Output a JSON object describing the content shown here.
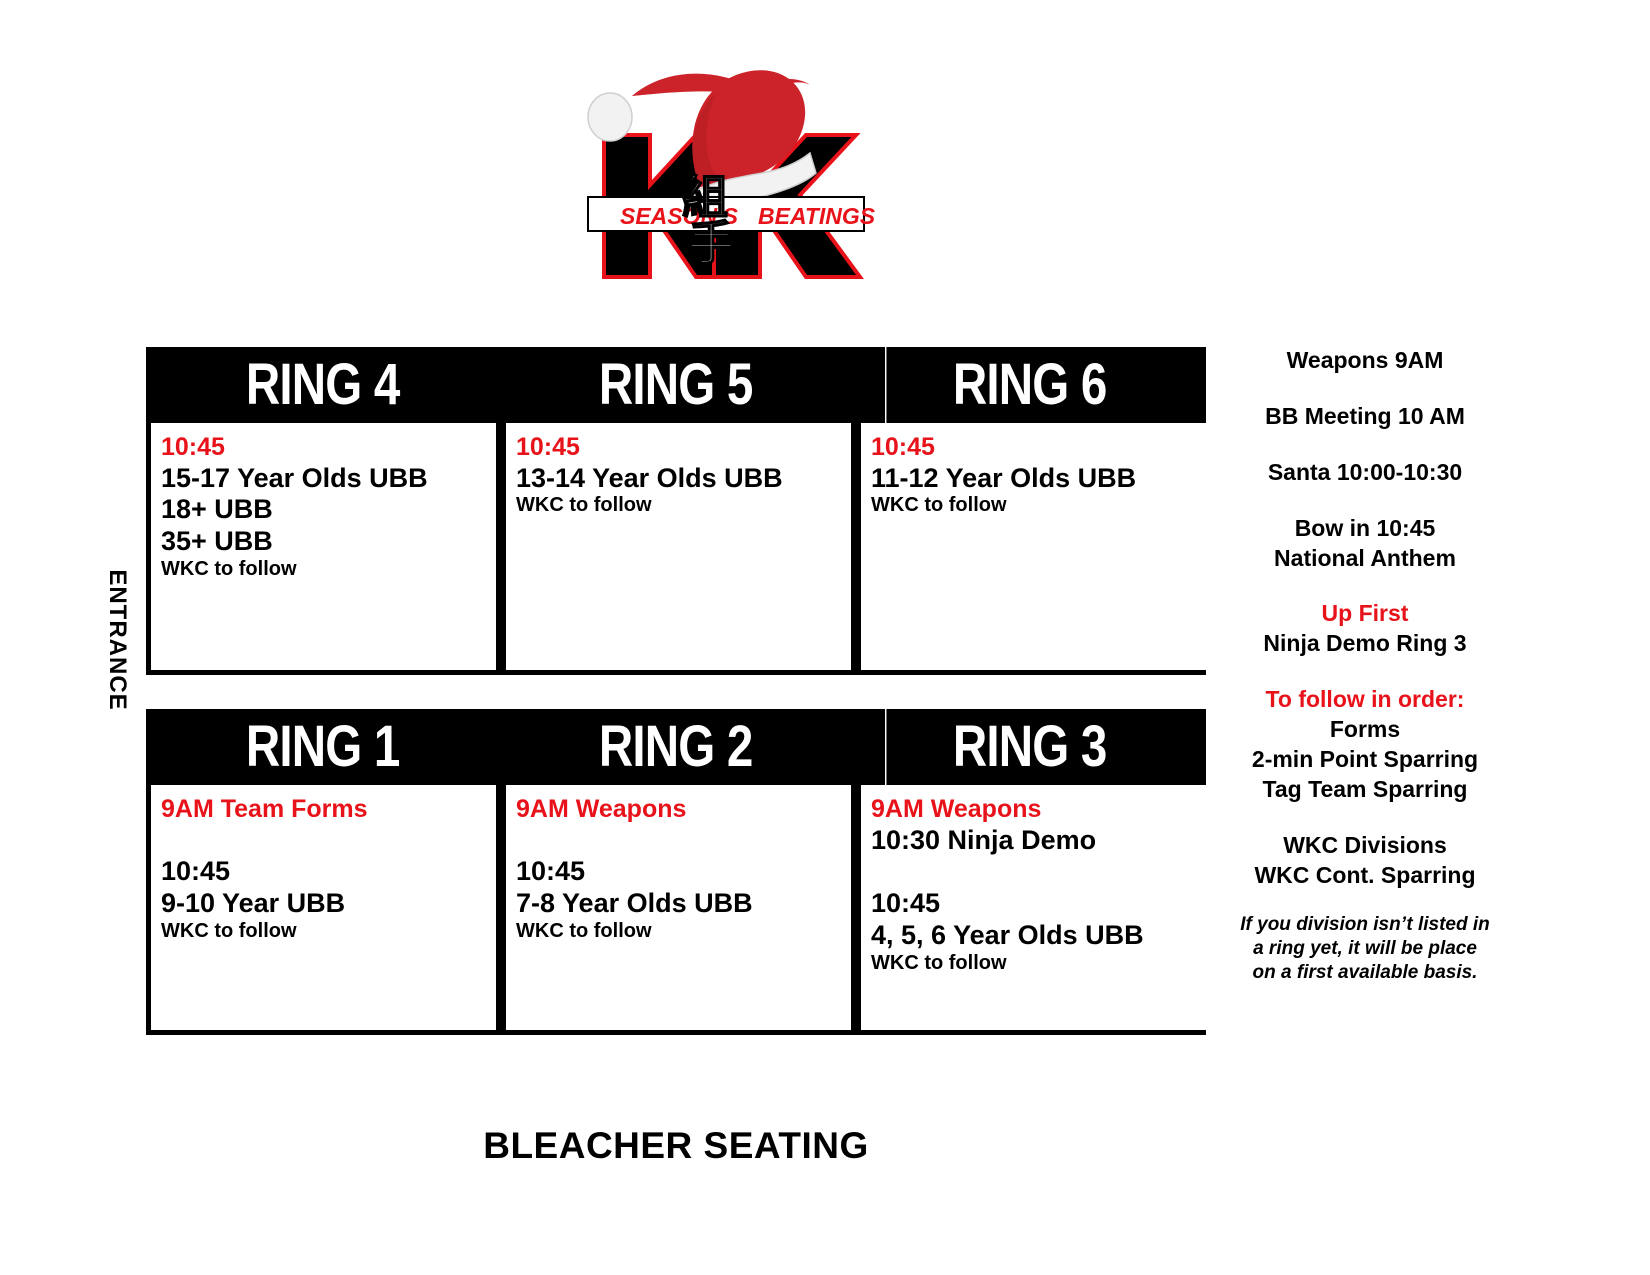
{
  "logo": {
    "brand_initials": "KK",
    "banner_text_left": "SEASON'S",
    "banner_text_right": "BEATINGS",
    "kanji": "組手",
    "hat_color": "#CC2229",
    "accent_color": "#E8131A"
  },
  "entrance_label": "ENTRANCE",
  "bleacher_label": "BLEACHER SEATING",
  "colors": {
    "red": "#E8131A",
    "black": "#000000",
    "white": "#FFFFFF"
  },
  "tables": [
    {
      "id": "top",
      "rings": [
        {
          "header": "RING 4",
          "lines": [
            {
              "text": "10:45",
              "style": "red"
            },
            {
              "text": "15-17 Year Olds UBB",
              "style": "big"
            },
            {
              "text": "18+ UBB",
              "style": "big"
            },
            {
              "text": "35+ UBB",
              "style": "big"
            },
            {
              "text": "WKC to follow",
              "style": "small"
            }
          ]
        },
        {
          "header": "RING 5",
          "lines": [
            {
              "text": "10:45",
              "style": "red"
            },
            {
              "text": "13-14 Year Olds UBB",
              "style": "big"
            },
            {
              "text": "WKC to follow",
              "style": "small"
            }
          ]
        },
        {
          "header": "RING 6",
          "lines": [
            {
              "text": "10:45",
              "style": "red"
            },
            {
              "text": "11-12 Year Olds UBB",
              "style": "big"
            },
            {
              "text": "WKC to follow",
              "style": "small"
            }
          ]
        }
      ]
    },
    {
      "id": "bottom",
      "rings": [
        {
          "header": "RING 1",
          "lines": [
            {
              "text": "9AM Team Forms",
              "style": "red"
            },
            {
              "text": " ",
              "style": "blank"
            },
            {
              "text": "10:45",
              "style": "big"
            },
            {
              "text": "9-10 Year UBB",
              "style": "big"
            },
            {
              "text": "WKC to follow",
              "style": "small"
            }
          ]
        },
        {
          "header": "RING 2",
          "lines": [
            {
              "text": "9AM Weapons",
              "style": "red"
            },
            {
              "text": " ",
              "style": "blank"
            },
            {
              "text": "10:45",
              "style": "big"
            },
            {
              "text": "7-8 Year Olds UBB",
              "style": "big"
            },
            {
              "text": "WKC to follow",
              "style": "small"
            }
          ]
        },
        {
          "header": "RING 3",
          "lines": [
            {
              "text": "9AM Weapons",
              "style": "red"
            },
            {
              "text": "10:30 Ninja Demo",
              "style": "big"
            },
            {
              "text": " ",
              "style": "blank"
            },
            {
              "text": "10:45",
              "style": "big"
            },
            {
              "text": "4, 5, 6 Year Olds UBB",
              "style": "big"
            },
            {
              "text": "WKC to follow",
              "style": "small"
            }
          ]
        }
      ]
    }
  ],
  "schedule": {
    "lines": [
      {
        "text": "Weapons 9AM",
        "style": "black"
      },
      {
        "text": "",
        "style": "gap"
      },
      {
        "text": "BB Meeting 10 AM",
        "style": "black"
      },
      {
        "text": "",
        "style": "gap"
      },
      {
        "text": "Santa 10:00-10:30",
        "style": "black"
      },
      {
        "text": "",
        "style": "gap"
      },
      {
        "text": "Bow in 10:45",
        "style": "black"
      },
      {
        "text": "National Anthem",
        "style": "black"
      },
      {
        "text": "",
        "style": "gap"
      },
      {
        "text": "Up First",
        "style": "red"
      },
      {
        "text": "Ninja Demo Ring 3",
        "style": "black"
      },
      {
        "text": "",
        "style": "gap"
      },
      {
        "text": "To follow in order:",
        "style": "red"
      },
      {
        "text": "Forms",
        "style": "black"
      },
      {
        "text": "2-min Point Sparring",
        "style": "black"
      },
      {
        "text": "Tag Team Sparring",
        "style": "black"
      },
      {
        "text": "",
        "style": "gap"
      },
      {
        "text": "WKC Divisions",
        "style": "black"
      },
      {
        "text": "WKC Cont. Sparring",
        "style": "black"
      }
    ],
    "note": "If you division isn’t listed in a ring yet, it will be place on a first available basis."
  }
}
